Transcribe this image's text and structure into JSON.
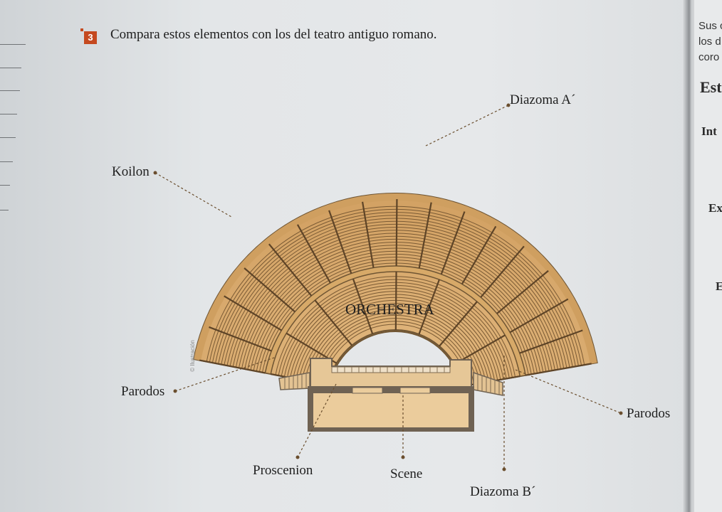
{
  "question": {
    "number": "3",
    "text": "Compara estos elementos con los del teatro antiguo romano."
  },
  "diagram": {
    "labels": {
      "koilon": "Koilon",
      "diazoma_a": "Diazoma A´",
      "orchestra": "ORCHESTRA",
      "parodos_left": "Parodos",
      "parodos_right": "Parodos",
      "proscenion": "Proscenion",
      "scene": "Scene",
      "diazoma_b": "Diazoma B´"
    },
    "credit": "© Ilustración",
    "colors": {
      "seat_tan": "#d9ab6d",
      "seat_line": "#7a5a34",
      "stage_fill": "#e8c99a",
      "stage_border": "#6f6253",
      "leader_line": "#6a4e2e"
    }
  },
  "right_page": {
    "line1": "Sus c",
    "line2": "los d",
    "line3": "coro",
    "heading": "Est",
    "sub1": "Int",
    "sub2": "Ex",
    "sub3": "E"
  }
}
